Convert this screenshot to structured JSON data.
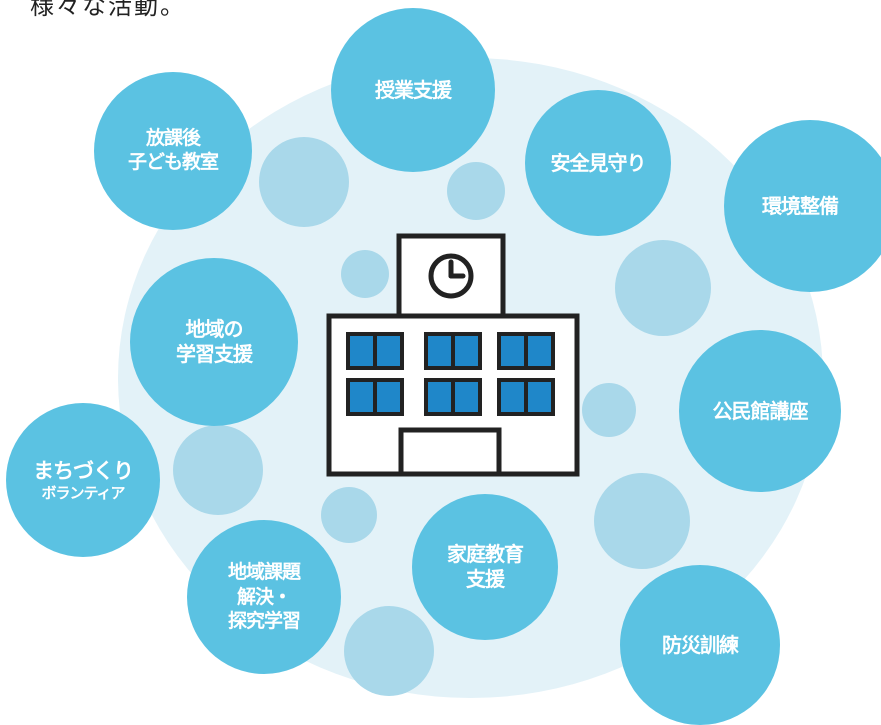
{
  "header": {
    "text": "様々な活動。"
  },
  "center": {
    "icon": "school-building-icon"
  },
  "activities": [
    {
      "id": "after-school",
      "lines": [
        "放課後",
        "子ども教室"
      ]
    },
    {
      "id": "class-support",
      "lines": [
        "授業支援"
      ]
    },
    {
      "id": "safety-watch",
      "lines": [
        "安全見守り"
      ]
    },
    {
      "id": "environment",
      "lines": [
        "環境整備"
      ]
    },
    {
      "id": "local-learning",
      "lines": [
        "地域の",
        "学習支援"
      ]
    },
    {
      "id": "community-center",
      "lines": [
        "公民館講座"
      ]
    },
    {
      "id": "town-volunteer",
      "lines": [
        "まちづくり",
        "ボランティア"
      ]
    },
    {
      "id": "regional-issues",
      "lines": [
        "地域課題",
        "解決・",
        "探究学習"
      ]
    },
    {
      "id": "home-education",
      "lines": [
        "家庭教育",
        "支援"
      ]
    },
    {
      "id": "disaster-drill",
      "lines": [
        "防災訓練"
      ]
    }
  ],
  "colors": {
    "bubble": "#5bc2e2",
    "decor": "#a9d8ea",
    "background": "#e3f2f8",
    "window": "#1f87c9",
    "outline": "#222222"
  }
}
